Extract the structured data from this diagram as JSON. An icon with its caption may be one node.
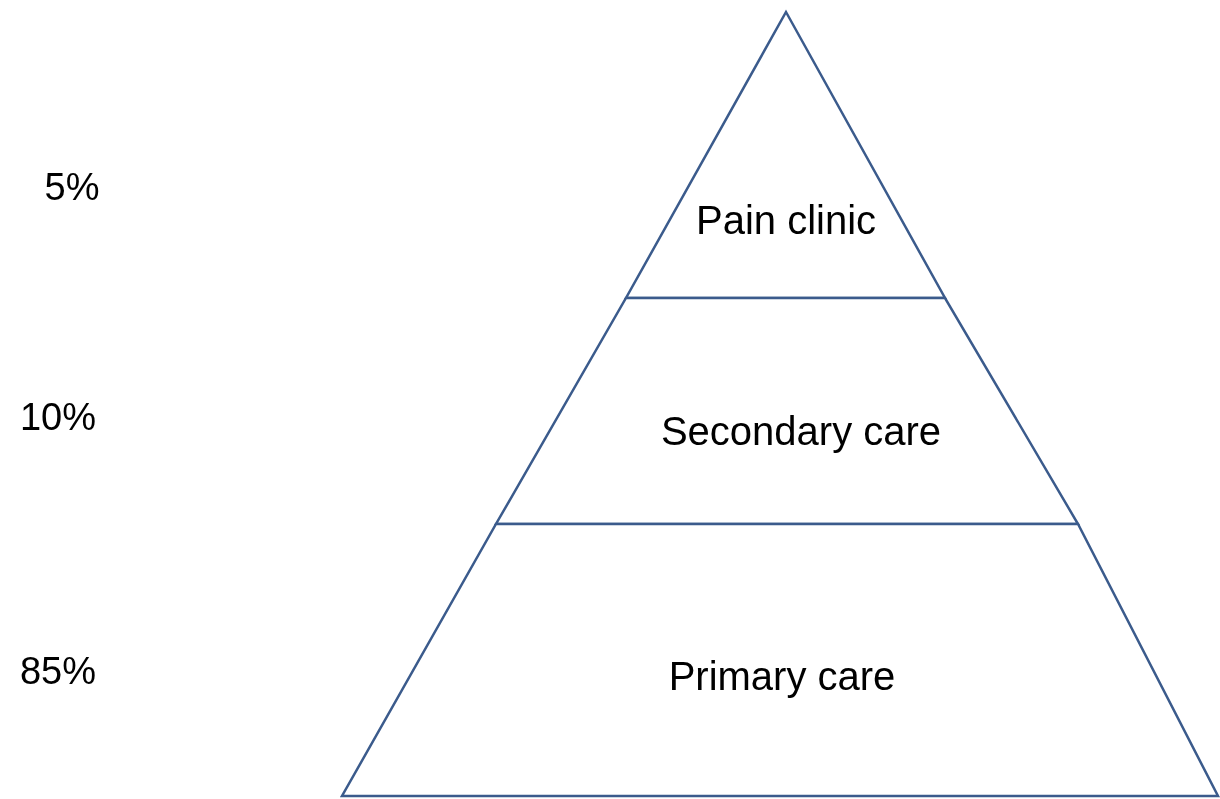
{
  "diagram": {
    "nodes": [
      {
        "text": [
          "Pain clinic"
        ]
      },
      {
        "text": [
          "Secondary care"
        ]
      },
      {
        "text": [
          "Primary care"
        ]
      }
    ],
    "labels": [
      "5%",
      "10%",
      "85%"
    ]
  }
}
